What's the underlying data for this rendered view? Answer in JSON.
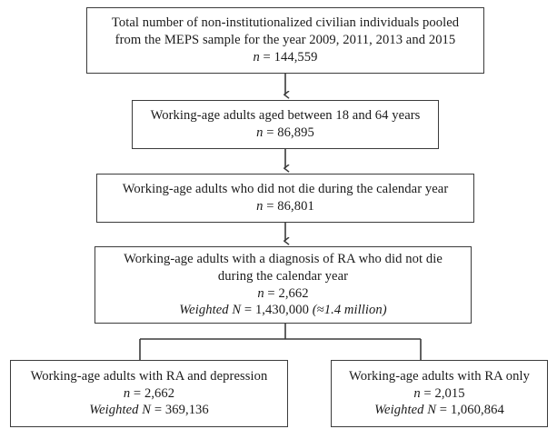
{
  "diagram": {
    "type": "flowchart",
    "title": "MEPS working-age adults with RA sample selection flow",
    "nodes": [
      {
        "id": "total",
        "lines": [
          "Total number of non-institutionalized civilian individuals pooled",
          "from the MEPS sample for the year 2009, 2011, 2013 and 2015"
        ],
        "count_label": "n",
        "count_value": "144,559"
      },
      {
        "id": "working-age",
        "lines": [
          "Working-age adults aged between 18 and 64 years"
        ],
        "count_label": "n",
        "count_value": "86,895"
      },
      {
        "id": "not-die",
        "lines": [
          "Working-age adults who did not die during the calendar year"
        ],
        "count_label": "n",
        "count_value": "86,801"
      },
      {
        "id": "ra-diagnosis",
        "lines": [
          "Working-age adults with a diagnosis of RA who did not die",
          "during the calendar year"
        ],
        "count_label": "n",
        "count_value": "2,662",
        "weighted_label": "Weighted N",
        "weighted_value": "1,430,000",
        "weighted_note": "(≈1.4 million)"
      },
      {
        "id": "ra-depression",
        "lines": [
          "Working-age adults with RA and depression"
        ],
        "count_label": "n",
        "count_value": "2,662",
        "weighted_label": "Weighted N",
        "weighted_value": "369,136"
      },
      {
        "id": "ra-only",
        "lines": [
          "Working-age adults with RA only"
        ],
        "count_label": "n",
        "count_value": "2,015",
        "weighted_label": "Weighted N",
        "weighted_value": "1,060,864"
      }
    ],
    "equals": "=",
    "colors": {
      "box_border": "#3b3b3b",
      "connector": "#3b3b3b",
      "background": "#ffffff",
      "text": "#1a1a1a"
    }
  }
}
